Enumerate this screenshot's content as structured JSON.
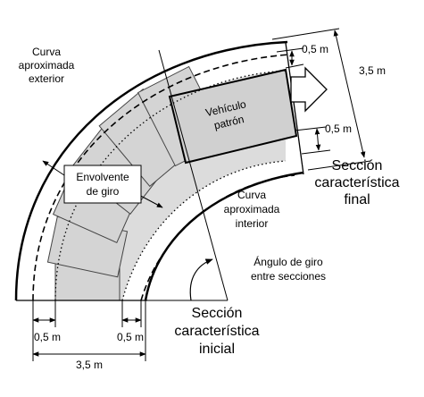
{
  "labels": {
    "outer_curve": [
      "Curva",
      "aproximada",
      "exterior"
    ],
    "inner_curve": [
      "Curva",
      "aproximada",
      "interior"
    ],
    "envelope": [
      "Envolvente",
      "de giro"
    ],
    "vehicle": [
      "Vehículo",
      "patrón"
    ],
    "turn_angle": [
      "Ángulo de giro",
      "entre secciones"
    ],
    "final_section": [
      "Sección",
      "característica",
      "final"
    ],
    "initial_section": [
      "Sección",
      "característica",
      "inicial"
    ]
  },
  "dimensions": {
    "margin_top": "0,5 m",
    "margin_bottom": "0,5 m",
    "width_final": "3,5 m",
    "margin_left": "0,5 m",
    "margin_right": "0,5 m",
    "width_initial": "3,5 m"
  }
}
